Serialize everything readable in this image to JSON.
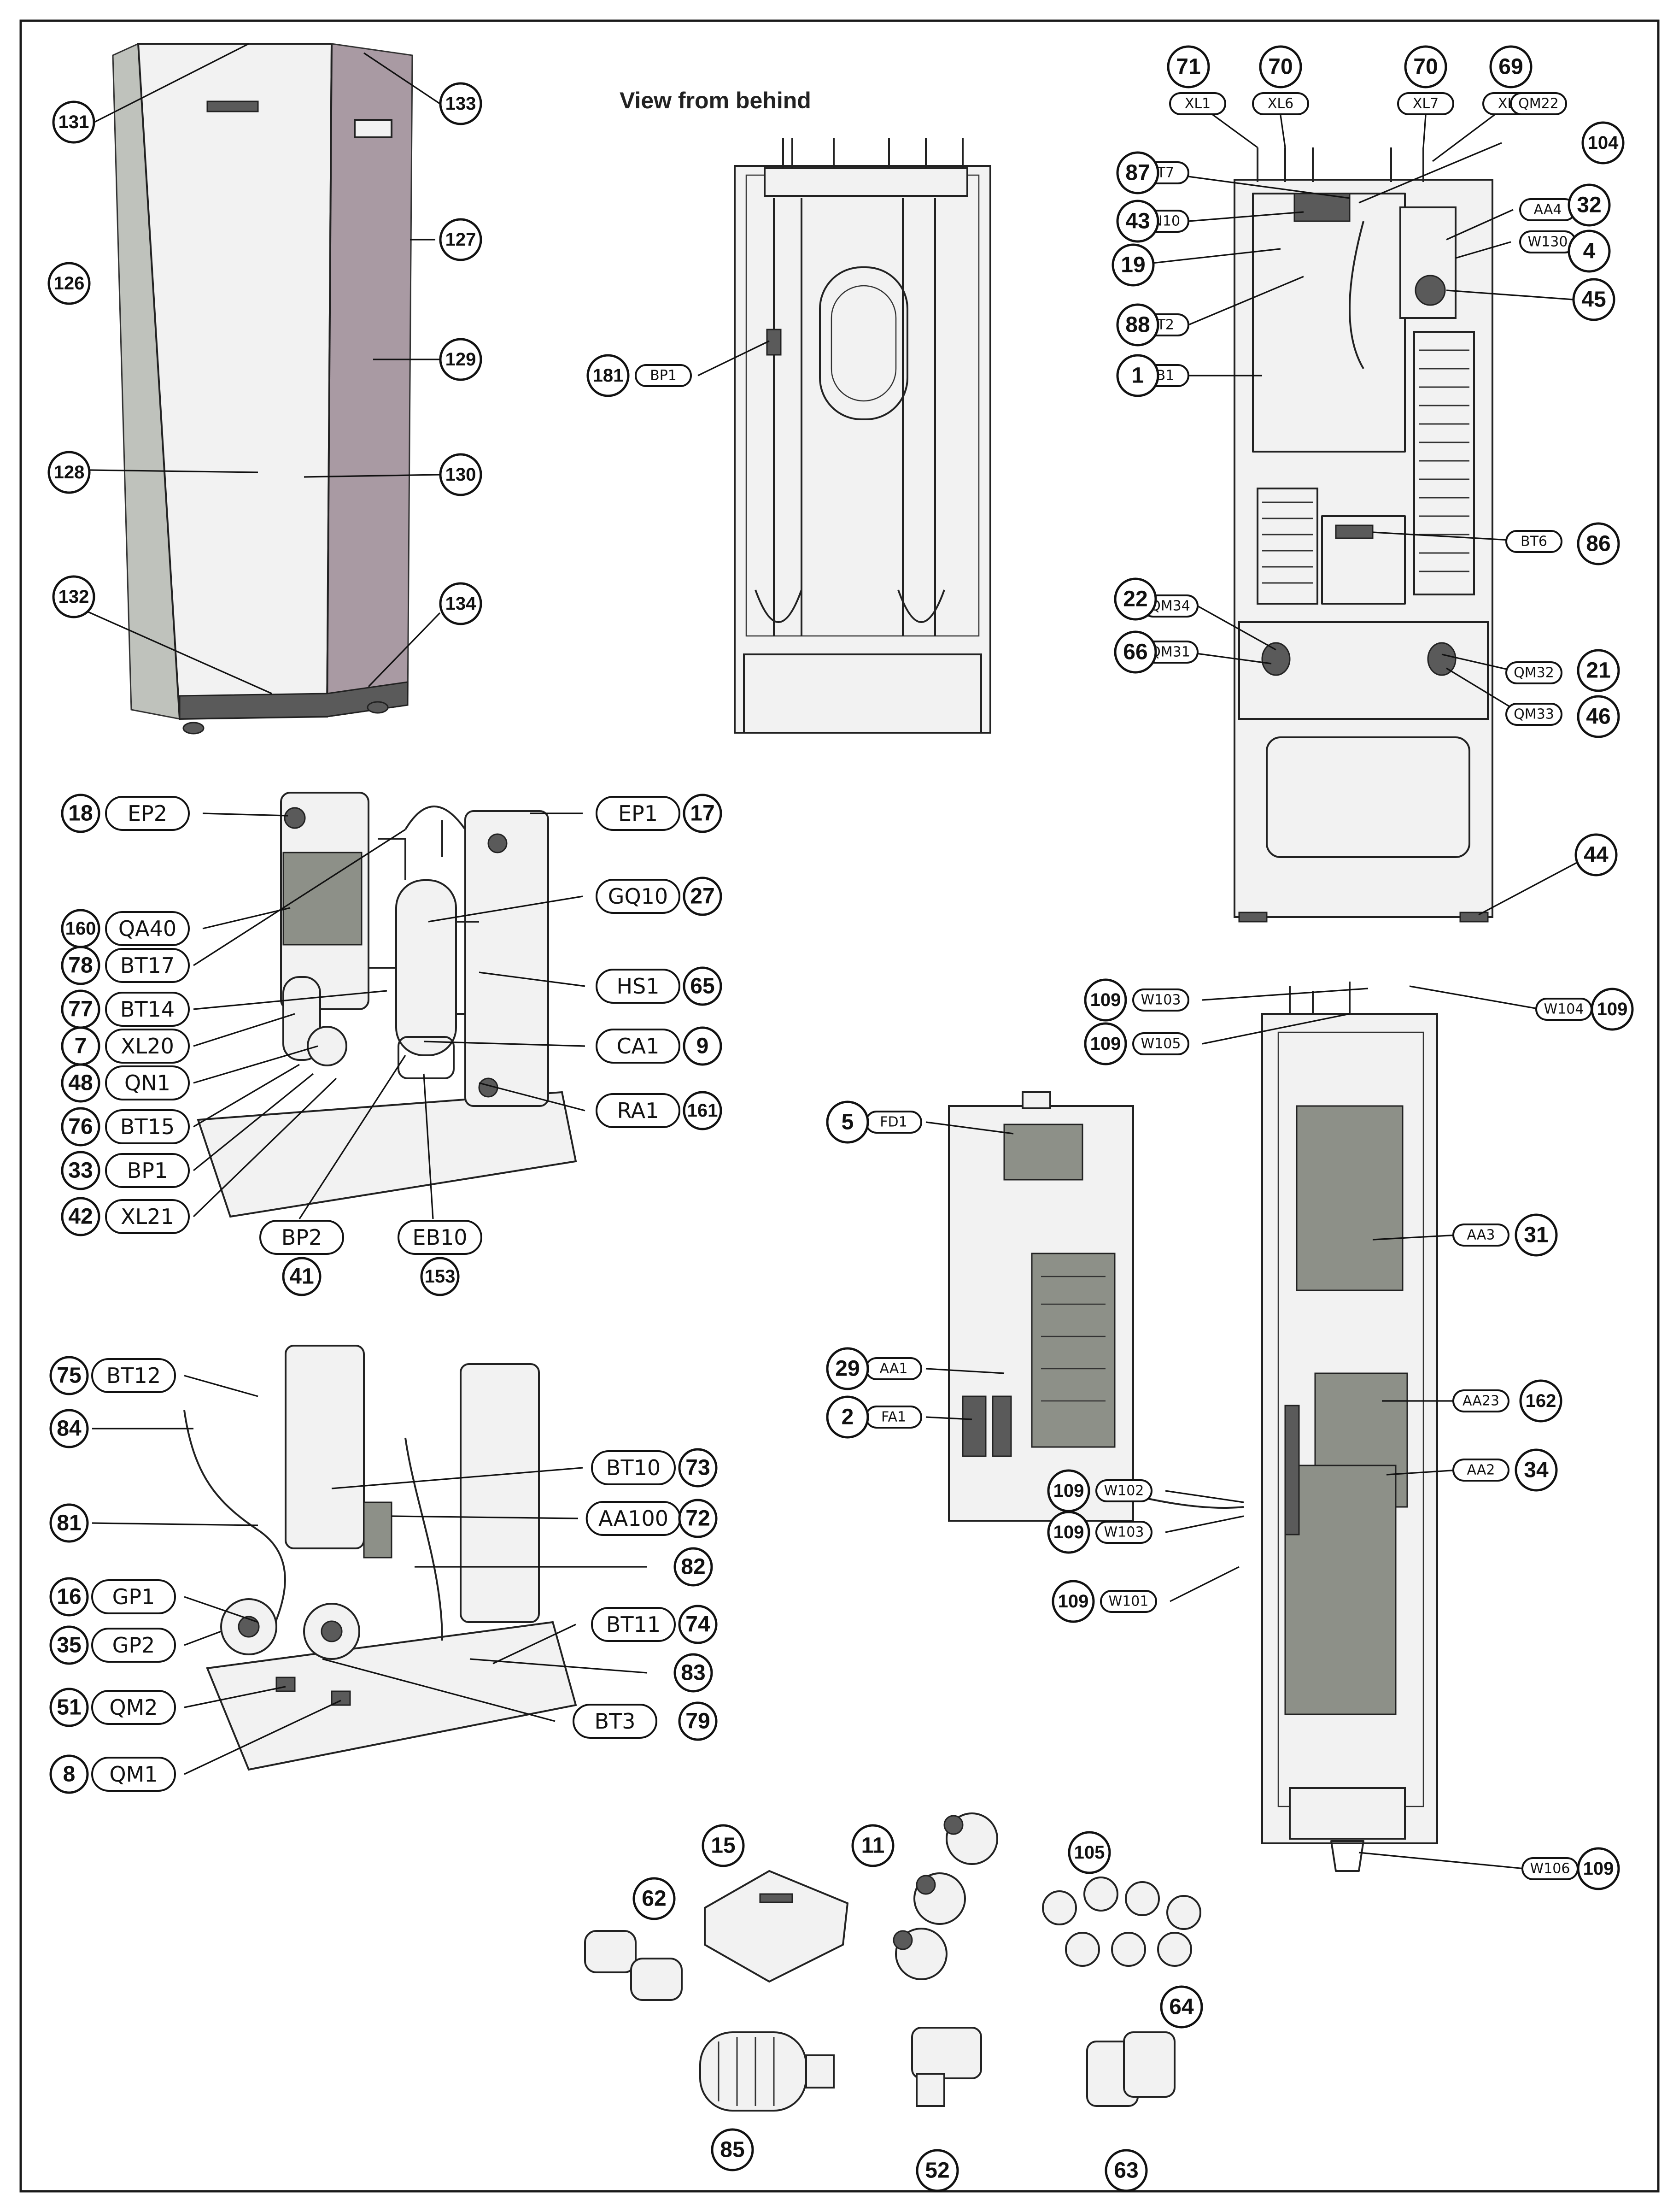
{
  "figure": {
    "view_from_behind_title": "View from behind"
  },
  "cabinet_callouts": [
    {
      "n": "131"
    },
    {
      "n": "133"
    },
    {
      "n": "126"
    },
    {
      "n": "127"
    },
    {
      "n": "129"
    },
    {
      "n": "128"
    },
    {
      "n": "130"
    },
    {
      "n": "132"
    },
    {
      "n": "134"
    }
  ],
  "rear_view_callouts": [
    {
      "n": "181",
      "tag": "BP1"
    }
  ],
  "interior_callouts": [
    {
      "n": "71",
      "tag": "XL1"
    },
    {
      "n": "70",
      "tag": "XL6"
    },
    {
      "n": "70",
      "tag": "XL7"
    },
    {
      "n": "69",
      "tag": "XL2"
    },
    {
      "n": "104",
      "tag": "QM22"
    },
    {
      "n": "87",
      "tag": "BT7"
    },
    {
      "n": "43",
      "tag": "QN10"
    },
    {
      "n": "32",
      "tag": "AA4"
    },
    {
      "n": "4",
      "tag": "W130"
    },
    {
      "n": "19",
      "tag": ""
    },
    {
      "n": "45",
      "tag": ""
    },
    {
      "n": "88",
      "tag": "BT2"
    },
    {
      "n": "1",
      "tag": "EB1"
    },
    {
      "n": "86",
      "tag": "BT6"
    },
    {
      "n": "22",
      "tag": "QM34"
    },
    {
      "n": "66",
      "tag": "QM31"
    },
    {
      "n": "21",
      "tag": "QM32"
    },
    {
      "n": "46",
      "tag": "QM33"
    },
    {
      "n": "44",
      "tag": ""
    }
  ],
  "cooling_module_callouts": [
    {
      "n": "18",
      "tag": "EP2"
    },
    {
      "n": "17",
      "tag": "EP1"
    },
    {
      "n": "27",
      "tag": "GQ10"
    },
    {
      "n": "160",
      "tag": "QA40"
    },
    {
      "n": "78",
      "tag": "BT17"
    },
    {
      "n": "65",
      "tag": "HS1"
    },
    {
      "n": "77",
      "tag": "BT14"
    },
    {
      "n": "9",
      "tag": "CA1"
    },
    {
      "n": "7",
      "tag": "XL20"
    },
    {
      "n": "161",
      "tag": "RA1"
    },
    {
      "n": "48",
      "tag": "QN1"
    },
    {
      "n": "76",
      "tag": "BT15"
    },
    {
      "n": "33",
      "tag": "BP1"
    },
    {
      "n": "42",
      "tag": "XL21"
    },
    {
      "n": "41",
      "tag": "BP2"
    },
    {
      "n": "153",
      "tag": "EB10"
    }
  ],
  "pump_module_callouts": [
    {
      "n": "75",
      "tag": "BT12"
    },
    {
      "n": "84",
      "tag": ""
    },
    {
      "n": "73",
      "tag": "BT10"
    },
    {
      "n": "81",
      "tag": ""
    },
    {
      "n": "72",
      "tag": "AA100"
    },
    {
      "n": "82",
      "tag": ""
    },
    {
      "n": "16",
      "tag": "GP1"
    },
    {
      "n": "74",
      "tag": "BT11"
    },
    {
      "n": "35",
      "tag": "GP2"
    },
    {
      "n": "83",
      "tag": ""
    },
    {
      "n": "51",
      "tag": "QM2"
    },
    {
      "n": "79",
      "tag": "BT3"
    },
    {
      "n": "8",
      "tag": "QM1"
    }
  ],
  "electrical_box_callouts": [
    {
      "n": "5",
      "tag": "FD1"
    },
    {
      "n": "29",
      "tag": "AA1"
    },
    {
      "n": "2",
      "tag": "FA1"
    },
    {
      "n": "109",
      "tag": "W102"
    },
    {
      "n": "109",
      "tag": "W103"
    },
    {
      "n": "109",
      "tag": "W101"
    }
  ],
  "control_panel_callouts": [
    {
      "n": "109",
      "tag": "W103"
    },
    {
      "n": "109",
      "tag": "W104"
    },
    {
      "n": "109",
      "tag": "W105"
    },
    {
      "n": "31",
      "tag": "AA3"
    },
    {
      "n": "162",
      "tag": "AA23"
    },
    {
      "n": "34",
      "tag": "AA2"
    },
    {
      "n": "109",
      "tag": "W106"
    }
  ],
  "accessory_callouts": [
    {
      "n": "15"
    },
    {
      "n": "11"
    },
    {
      "n": "105"
    },
    {
      "n": "62"
    },
    {
      "n": "64"
    },
    {
      "n": "85"
    },
    {
      "n": "52"
    },
    {
      "n": "63"
    }
  ]
}
